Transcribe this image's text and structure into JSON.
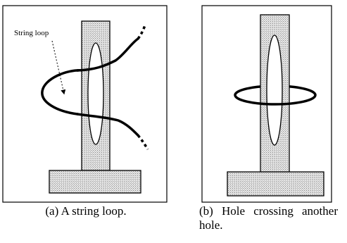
{
  "panels": [
    {
      "id": "a",
      "annotation": "String loop",
      "caption": "(a) A string loop."
    },
    {
      "id": "b",
      "caption": "(b) Hole crossing another hole."
    }
  ],
  "colors": {
    "stroke": "#000000",
    "hatch_fill": "#c8c8c8",
    "background": "#ffffff"
  }
}
